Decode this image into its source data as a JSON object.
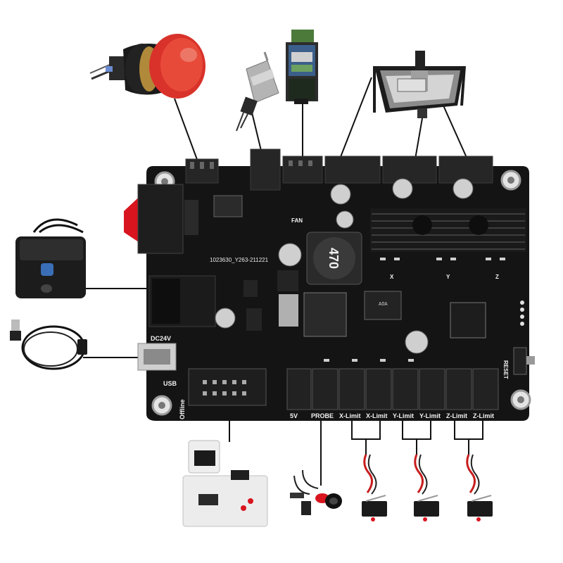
{
  "board": {
    "part_number": "1023630_Y263-211221",
    "inductor_marking": "470",
    "regulator_marking": "AOA",
    "silkscreen": {
      "fan": "FAN",
      "dc24v": "DC24V",
      "usb": "USB",
      "offline": "Offline",
      "reset": "RESET",
      "five_v": "5V",
      "probe": "PROBE",
      "x_limit_1": "X-Limit",
      "x_limit_2": "X-Limit",
      "y_limit_1": "Y-Limit",
      "y_limit_2": "Y-Limit",
      "z_limit_1": "Z-Limit",
      "z_limit_2": "Z-Limit",
      "axis_x": "X",
      "axis_y": "Y",
      "axis_z": "Z"
    }
  },
  "peripherals": [
    "emergency-stop-button",
    "spindle-motor",
    "laser-module",
    "cnc-machine-frame",
    "power-adapter",
    "usb-cable",
    "offline-controller",
    "probe-clip",
    "limit-switch-x",
    "limit-switch-y",
    "limit-switch-z"
  ],
  "colors": {
    "board": "#141414",
    "estop_red": "#d8322a",
    "rocker_red": "#d8141e",
    "wire_red": "#c81e1e",
    "laser_green": "#4c7a3a",
    "offline_body": "#ececec"
  }
}
